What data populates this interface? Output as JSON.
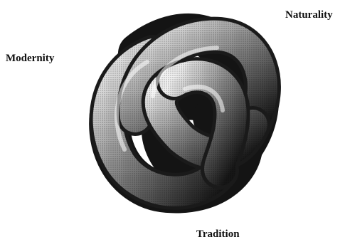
{
  "labels": {
    "modernity": "Modernity",
    "naturality": "Naturality",
    "tradition": "Tradition"
  },
  "figure": {
    "shape": "trefoil-knot",
    "style": "stippled-grayscale-tube",
    "colors": {
      "background": "#ffffff",
      "ink": "#111111",
      "tube_highlight": "#f2f2f2",
      "tube_mid": "#8a8a8a",
      "tube_shadow": "#151515"
    }
  }
}
